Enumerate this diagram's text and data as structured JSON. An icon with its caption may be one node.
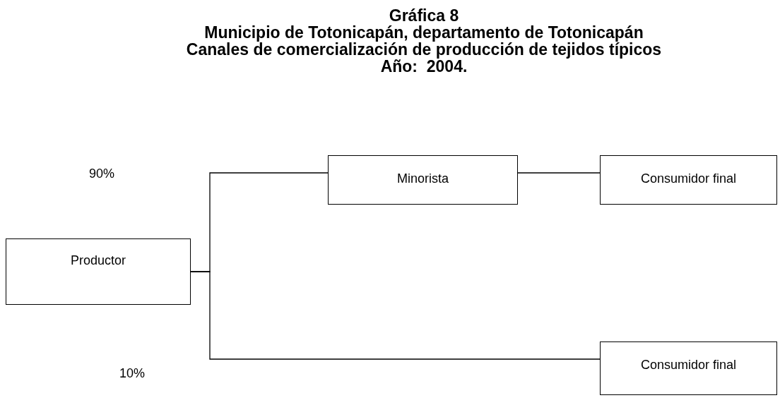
{
  "diagram": {
    "title": "Gráfica 8",
    "nodes": [
      {
        "text": [
          "Productor"
        ]
      },
      {
        "text": [
          "Minorista"
        ]
      },
      {
        "text": [
          "Consumidor final"
        ]
      },
      {
        "text": [
          "Consumidor final"
        ]
      }
    ],
    "edges": [
      {
        "from": 0,
        "to": 1,
        "arrow": "none"
      },
      {
        "from": 0,
        "to": 3,
        "arrow": "none"
      },
      {
        "from": 1,
        "to": 2,
        "arrow": "none"
      }
    ],
    "labels": [
      "Municipio de Totonicapán, departamento de Totonicapán",
      "Canales de comercialización de producción de tejidos típicos",
      "Año:  2004.",
      "90%",
      "10%"
    ]
  }
}
